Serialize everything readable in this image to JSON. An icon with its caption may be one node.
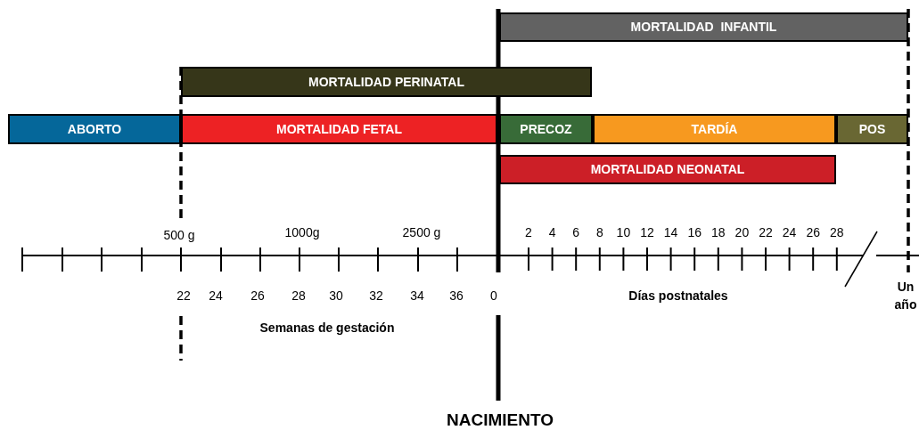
{
  "diagram": {
    "nodes": [
      {
        "text": [
          "MORTALIDAD  INFANTIL"
        ]
      },
      {
        "text": [
          "MORTALIDAD PERINATAL"
        ]
      },
      {
        "text": [
          "ABORTO"
        ]
      },
      {
        "text": [
          "MORTALIDAD FETAL"
        ]
      },
      {
        "text": [
          "PRECOZ"
        ]
      },
      {
        "text": [
          "TARDÍA"
        ]
      },
      {
        "text": [
          "POS"
        ]
      },
      {
        "text": [
          "MORTALIDAD NEONATAL"
        ]
      }
    ],
    "labels": [
      "500 g",
      "1000g",
      "2500 g",
      "2",
      "4",
      "6",
      "8",
      "10",
      "12",
      "14",
      "16",
      "18",
      "20",
      "22",
      "24",
      "26",
      "28",
      "22",
      "24",
      "26",
      "28",
      "30",
      "32",
      "34",
      "36",
      "0",
      "Días postnatales",
      "Un año",
      "Semanas de gestación",
      "NACIMIENTO"
    ]
  }
}
